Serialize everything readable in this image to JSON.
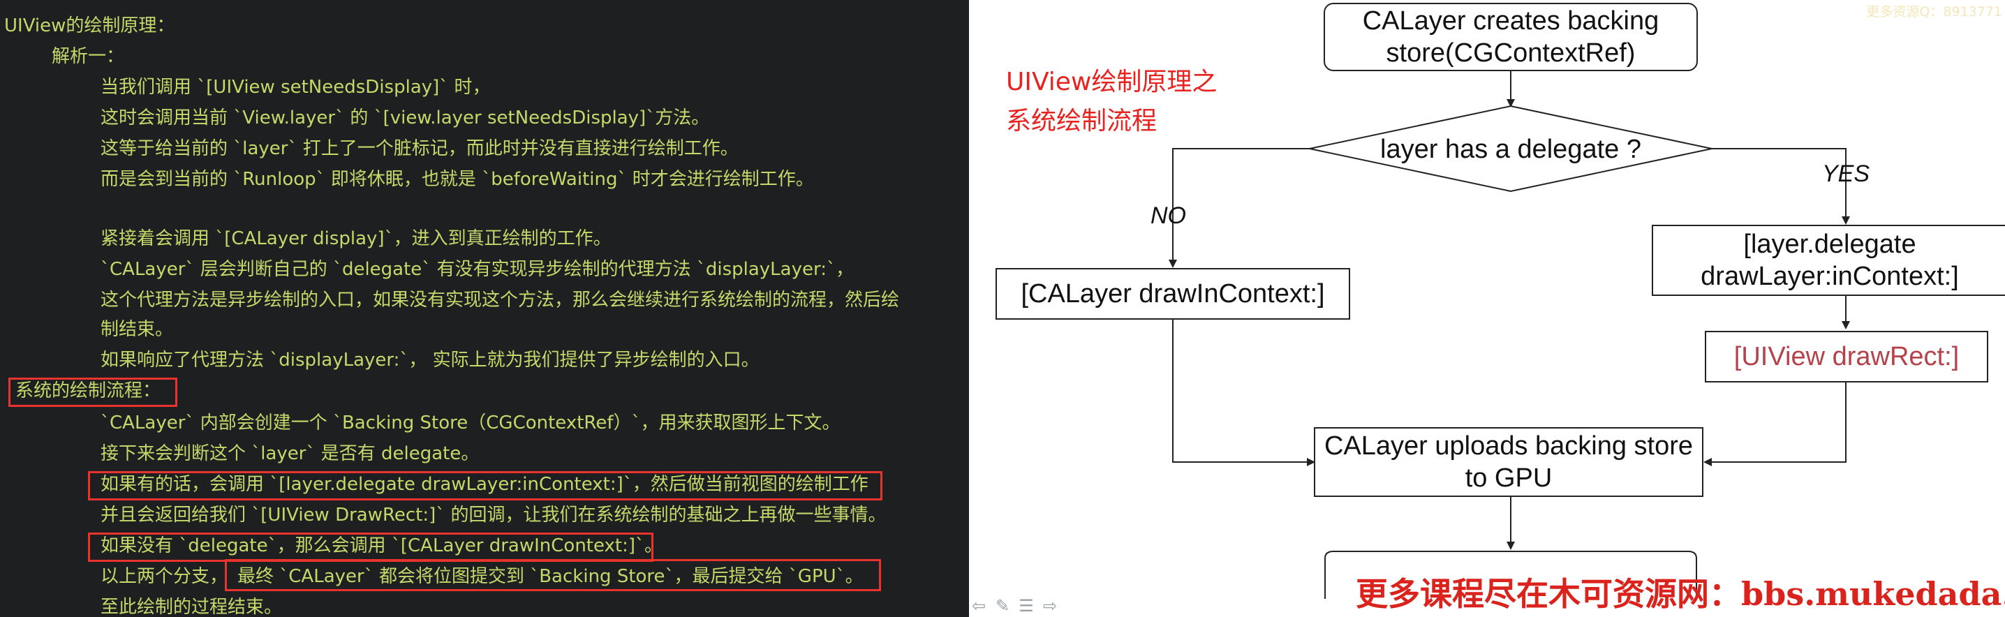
{
  "notes": {
    "lines": [
      "UIView的绘制原理：",
      "解析一：",
      "当我们调用 `[UIView setNeedsDisplay]` 时，",
      "这时会调用当前 `View.layer` 的 `[view.layer setNeedsDisplay]`方法。",
      "这等于给当前的 `layer` 打上了一个脏标记，而此时并没有直接进行绘制工作。",
      "而是会到当前的 `Runloop` 即将休眠，也就是 `beforeWaiting` 时才会进行绘制工作。",
      "紧接着会调用 `[CALayer display]`，进入到真正绘制的工作。",
      "`CALayer` 层会判断自己的 `delegate` 有没有实现异步绘制的代理方法 `displayLayer:`，",
      "这个代理方法是异步绘制的入口，如果没有实现这个方法，那么会继续进行系统绘制的流程，然后绘",
      "制结束。",
      "如果响应了代理方法 `displayLayer:`， 实际上就为我们提供了异步绘制的入口。",
      "系统的绘制流程：",
      "`CALayer` 内部会创建一个 `Backing Store（CGContextRef）`，用来获取图形上下文。",
      "接下来会判断这个 `layer` 是否有 delegate。",
      "如果有的话，会调用 `[layer.delegate drawLayer:inContext:]`，然后做当前视图的绘制工作",
      "并且会返回给我们 `[UIView DrawRect:]` 的回调，让我们在系统绘制的基础之上再做一些事情。",
      "如果没有 `delegate`，那么会调用 `[CALayer drawInContext:]`。",
      "以上两个分支，",
      "最终 `CALayer` 都会将位图提交到 `Backing Store`，最后提交给 `GPU`。",
      "至此绘制的过程结束。"
    ]
  },
  "diagram": {
    "title_line1": "UIView绘制原理之",
    "title_line2": "系统绘制流程",
    "start": "CALayer creates backing store(CGContextRef)",
    "decision": "layer has a delegate ?",
    "no_label": "NO",
    "yes_label": "YES",
    "no_box": "[CALayer drawInContext:]",
    "yes_box": "[layer.delegate drawLayer:inContext:]",
    "drawrect_box": "[UIView drawRect:]",
    "upload_box": "CALayer uploads backing store to GPU",
    "drawrect_color": "#b5424a"
  },
  "watermark": "更多资源Q：8913771",
  "banner": "更多课程尽在木可资源网：bbs.mukedada.c",
  "colors": {
    "notes_text": "#c3d96a",
    "highlight": "#e8342c",
    "title_red": "#e8231f"
  },
  "toolbar": {
    "icons": [
      "arrow-left-icon",
      "pencil-icon",
      "menu-icon",
      "arrow-right-icon"
    ]
  }
}
